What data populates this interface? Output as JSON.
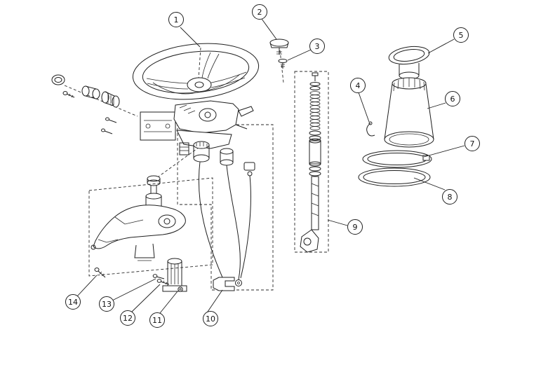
{
  "diagram": {
    "kind": "exploded-parts-diagram",
    "subject": "steering wheel and steering column assembly",
    "background_color": "#ffffff",
    "line_color": "#1f1f1f",
    "callout_count": "14"
  },
  "callouts": [
    {
      "label": "1",
      "part": "steering-wheel"
    },
    {
      "label": "2",
      "part": "center-cap-screw"
    },
    {
      "label": "3",
      "part": "washer-nut"
    },
    {
      "label": "4",
      "part": "retainer-clip"
    },
    {
      "label": "5",
      "part": "column-top-cap"
    },
    {
      "label": "6",
      "part": "cone-housing"
    },
    {
      "label": "7",
      "part": "upper-retaining-ring"
    },
    {
      "label": "8",
      "part": "lower-retaining-ring"
    },
    {
      "label": "9",
      "part": "steering-shaft-assembly"
    },
    {
      "label": "10",
      "part": "cable-clamp"
    },
    {
      "label": "11",
      "part": "nut"
    },
    {
      "label": "12",
      "part": "screw"
    },
    {
      "label": "13",
      "part": "bracket-screw"
    },
    {
      "label": "14",
      "part": "mounting-screw"
    }
  ]
}
